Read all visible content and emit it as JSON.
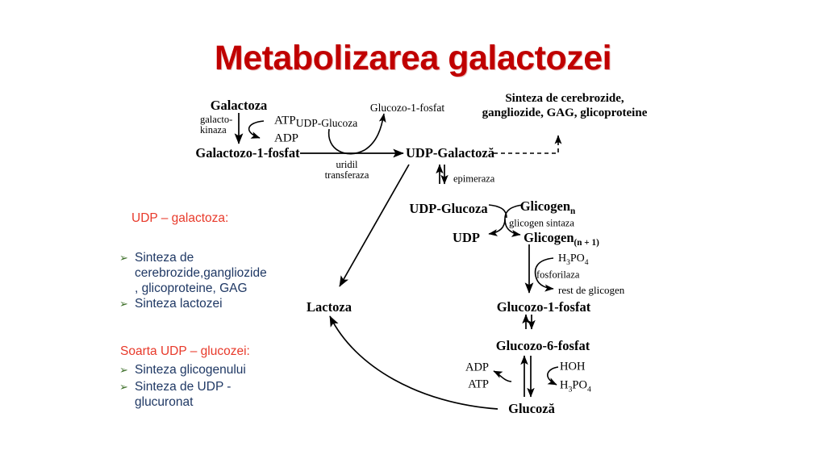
{
  "slide": {
    "title": "Metabolizarea galactozei",
    "title_color": "#c00000",
    "background": "#ffffff"
  },
  "text_panel": {
    "block1": {
      "heading": "UDP – galactoza:",
      "heading_color": "#e8392a",
      "bullet_marker": "➢",
      "bullet_color": "#3c6e28",
      "text_color": "#1f3864",
      "items": [
        "Sinteza de cerebrozide,gangliozide , glicoproteine, GAG",
        "Sinteza lactozei"
      ],
      "item_lines": [
        [
          "Sinteza de",
          "cerebrozide,gangliozide",
          ", glicoproteine, GAG"
        ],
        [
          "Sinteza lactozei"
        ]
      ]
    },
    "block2": {
      "heading": "Soarta UDP – glucozei:",
      "heading_color": "#e8392a",
      "bullet_marker": "➢",
      "items": [
        "Sinteza glicogenului",
        "Sinteza de UDP - glucuronat"
      ],
      "item_lines": [
        [
          "Sinteza glicogenului"
        ],
        [
          "Sinteza de UDP -",
          "glucuronat"
        ]
      ]
    }
  },
  "diagram": {
    "nodes": {
      "galactoza": "Galactoza",
      "galactozo_1_fosfat": "Galactozo-1-fosfat",
      "udp_galactoza": "UDP-Galactoză",
      "glucozo_1_fosfat_top": "Glucozo-1-fosfat",
      "udp_glucoza_top": "UDP-Glucoza",
      "sinteza_cerebrozide_line1": "Sinteza de cerebrozide,",
      "sinteza_cerebrozide_line2": "gangliozide, GAG, glicoproteine",
      "udp_glucoza": "UDP-Glucoza",
      "udp": "UDP",
      "glicogen_n": "Glicogen",
      "glicogen_n_sub": "n",
      "glicogen_n1": "Glicogen",
      "glicogen_n1_sub": "(n + 1)",
      "lactoza": "Lactoza",
      "glucozo_1_fosfat": "Glucozo-1-fosfat",
      "glucozo_6_fosfat": "Glucozo-6-fosfat",
      "glucoza": "Glucoză",
      "rest_de_glicogen": "rest de glicogen"
    },
    "enzymes": {
      "galactokinaza_line1": "galacto-",
      "galactokinaza_line2": "kinaza",
      "uridil_line1": "uridil",
      "uridil_line2": "transferaza",
      "epimeraza": "epimeraza",
      "glicogen_sintaza": "glicogen sintaza",
      "fosforilaza": "fosforilaza"
    },
    "cofactors": {
      "atp_top": "ATP",
      "adp_top": "ADP",
      "h3po4_glycogen": "H",
      "h3po4_glycogen_sub1": "3",
      "h3po4_glycogen_rest": "PO",
      "h3po4_glycogen_sub2": "4",
      "adp_bottom": "ADP",
      "atp_bottom": "ATP",
      "hoh": "HOH",
      "h3po4_bottom": "H",
      "h3po4_bottom_sub1": "3",
      "h3po4_bottom_rest": "PO",
      "h3po4_bottom_sub2": "4"
    }
  }
}
